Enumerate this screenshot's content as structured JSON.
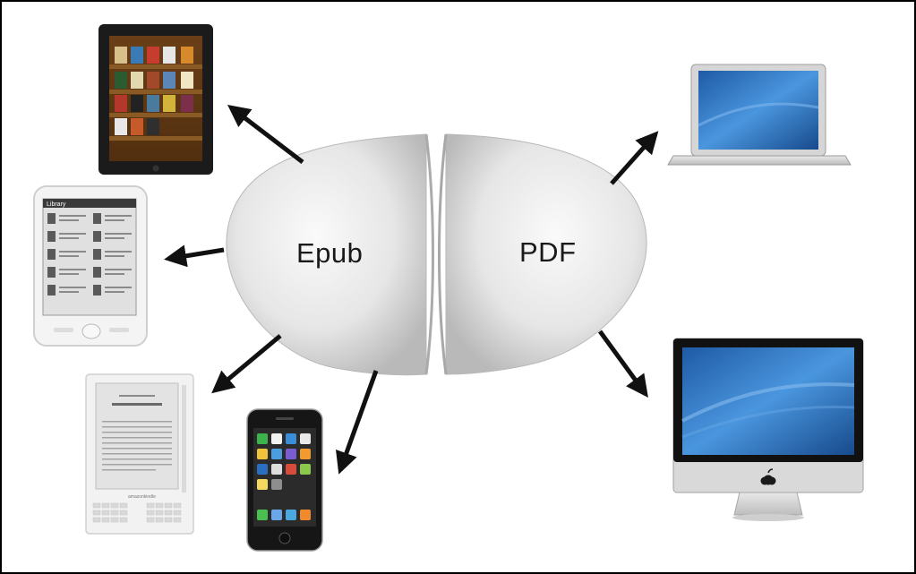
{
  "diagram": {
    "formats": [
      {
        "id": "epub",
        "label": "Epub"
      },
      {
        "id": "pdf",
        "label": "PDF"
      }
    ],
    "devices": [
      {
        "name": "ipad",
        "linked_to": "epub"
      },
      {
        "name": "sony-reader",
        "linked_to": "epub"
      },
      {
        "name": "kindle",
        "linked_to": "epub"
      },
      {
        "name": "iphone",
        "linked_to": "epub"
      },
      {
        "name": "macbook-air",
        "linked_to": "pdf"
      },
      {
        "name": "imac",
        "linked_to": "pdf"
      }
    ],
    "device_screen_text": {
      "sony_reader_header": "Library",
      "kindle_brand": "amazonkindle"
    },
    "colors": {
      "egg_light": "#f4f4f4",
      "egg_dark": "#b9b9b9",
      "arrow": "#111111",
      "mac_screen": "#2f74c0"
    },
    "icons": [
      "arrow-icon",
      "apple-logo-icon"
    ]
  }
}
